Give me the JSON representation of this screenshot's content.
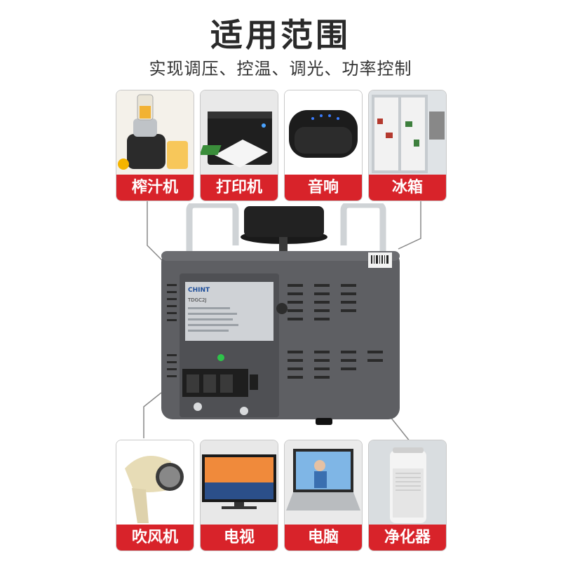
{
  "header": {
    "title": "适用范围",
    "subtitle": "实现调压、控温、调光、功率控制"
  },
  "top_items": [
    {
      "label": "榨汁机",
      "icon": "juicer-photo"
    },
    {
      "label": "打印机",
      "icon": "printer-photo"
    },
    {
      "label": "音响",
      "icon": "speaker-photo"
    },
    {
      "label": "冰箱",
      "icon": "fridge-photo"
    }
  ],
  "bottom_items": [
    {
      "label": "吹风机",
      "icon": "hair-dryer-photo"
    },
    {
      "label": "电视",
      "icon": "tv-photo"
    },
    {
      "label": "电脑",
      "icon": "laptop-photo"
    },
    {
      "label": "净化器",
      "icon": "air-purifier-photo"
    }
  ],
  "device": {
    "brand": "CHINT",
    "model": "TDGC2J"
  },
  "colors": {
    "label_bg": "#d8232a",
    "device_body": "#5e5f63",
    "title": "#2a2a2a"
  }
}
